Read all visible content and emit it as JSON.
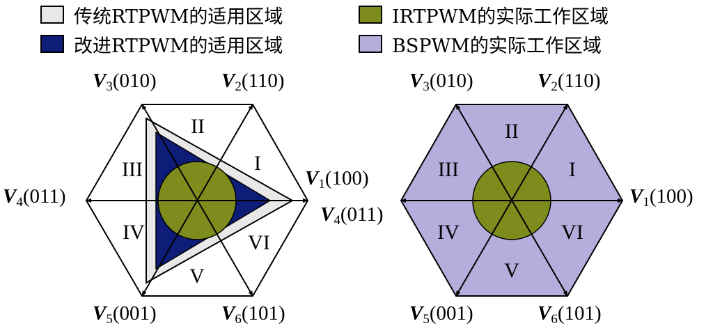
{
  "legend": [
    {
      "text": "传统RTPWM的适用区域",
      "color": "#e8e8e8"
    },
    {
      "text": "IRTPWM的实际工作区域",
      "color": "#7e8c1e"
    },
    {
      "text": "改进RTPWM的适用区域",
      "color": "#0d1d78"
    },
    {
      "text": "BSPWM的实际工作区域",
      "color": "#b3aedb"
    }
  ],
  "vectors": {
    "v1": {
      "sym": "V",
      "sub": "1",
      "code": "(100)"
    },
    "v2": {
      "sym": "V",
      "sub": "2",
      "code": "(110)"
    },
    "v3": {
      "sym": "V",
      "sub": "3",
      "code": "(010)"
    },
    "v4": {
      "sym": "V",
      "sub": "4",
      "code": "(011)"
    },
    "v5": {
      "sym": "V",
      "sub": "5",
      "code": "(001)"
    },
    "v6": {
      "sym": "V",
      "sub": "6",
      "code": "(101)"
    }
  },
  "sectors": {
    "s1": "I",
    "s2": "II",
    "s3": "III",
    "s4": "IV",
    "s5": "V",
    "s6": "VI"
  },
  "colors": {
    "outline": "#000000",
    "gray_triangle": "#e8e8e8",
    "blue_triangle": "#0d1d78",
    "olive_circle": "#7e8c1e",
    "lavender_hexagon": "#b3aedb"
  }
}
